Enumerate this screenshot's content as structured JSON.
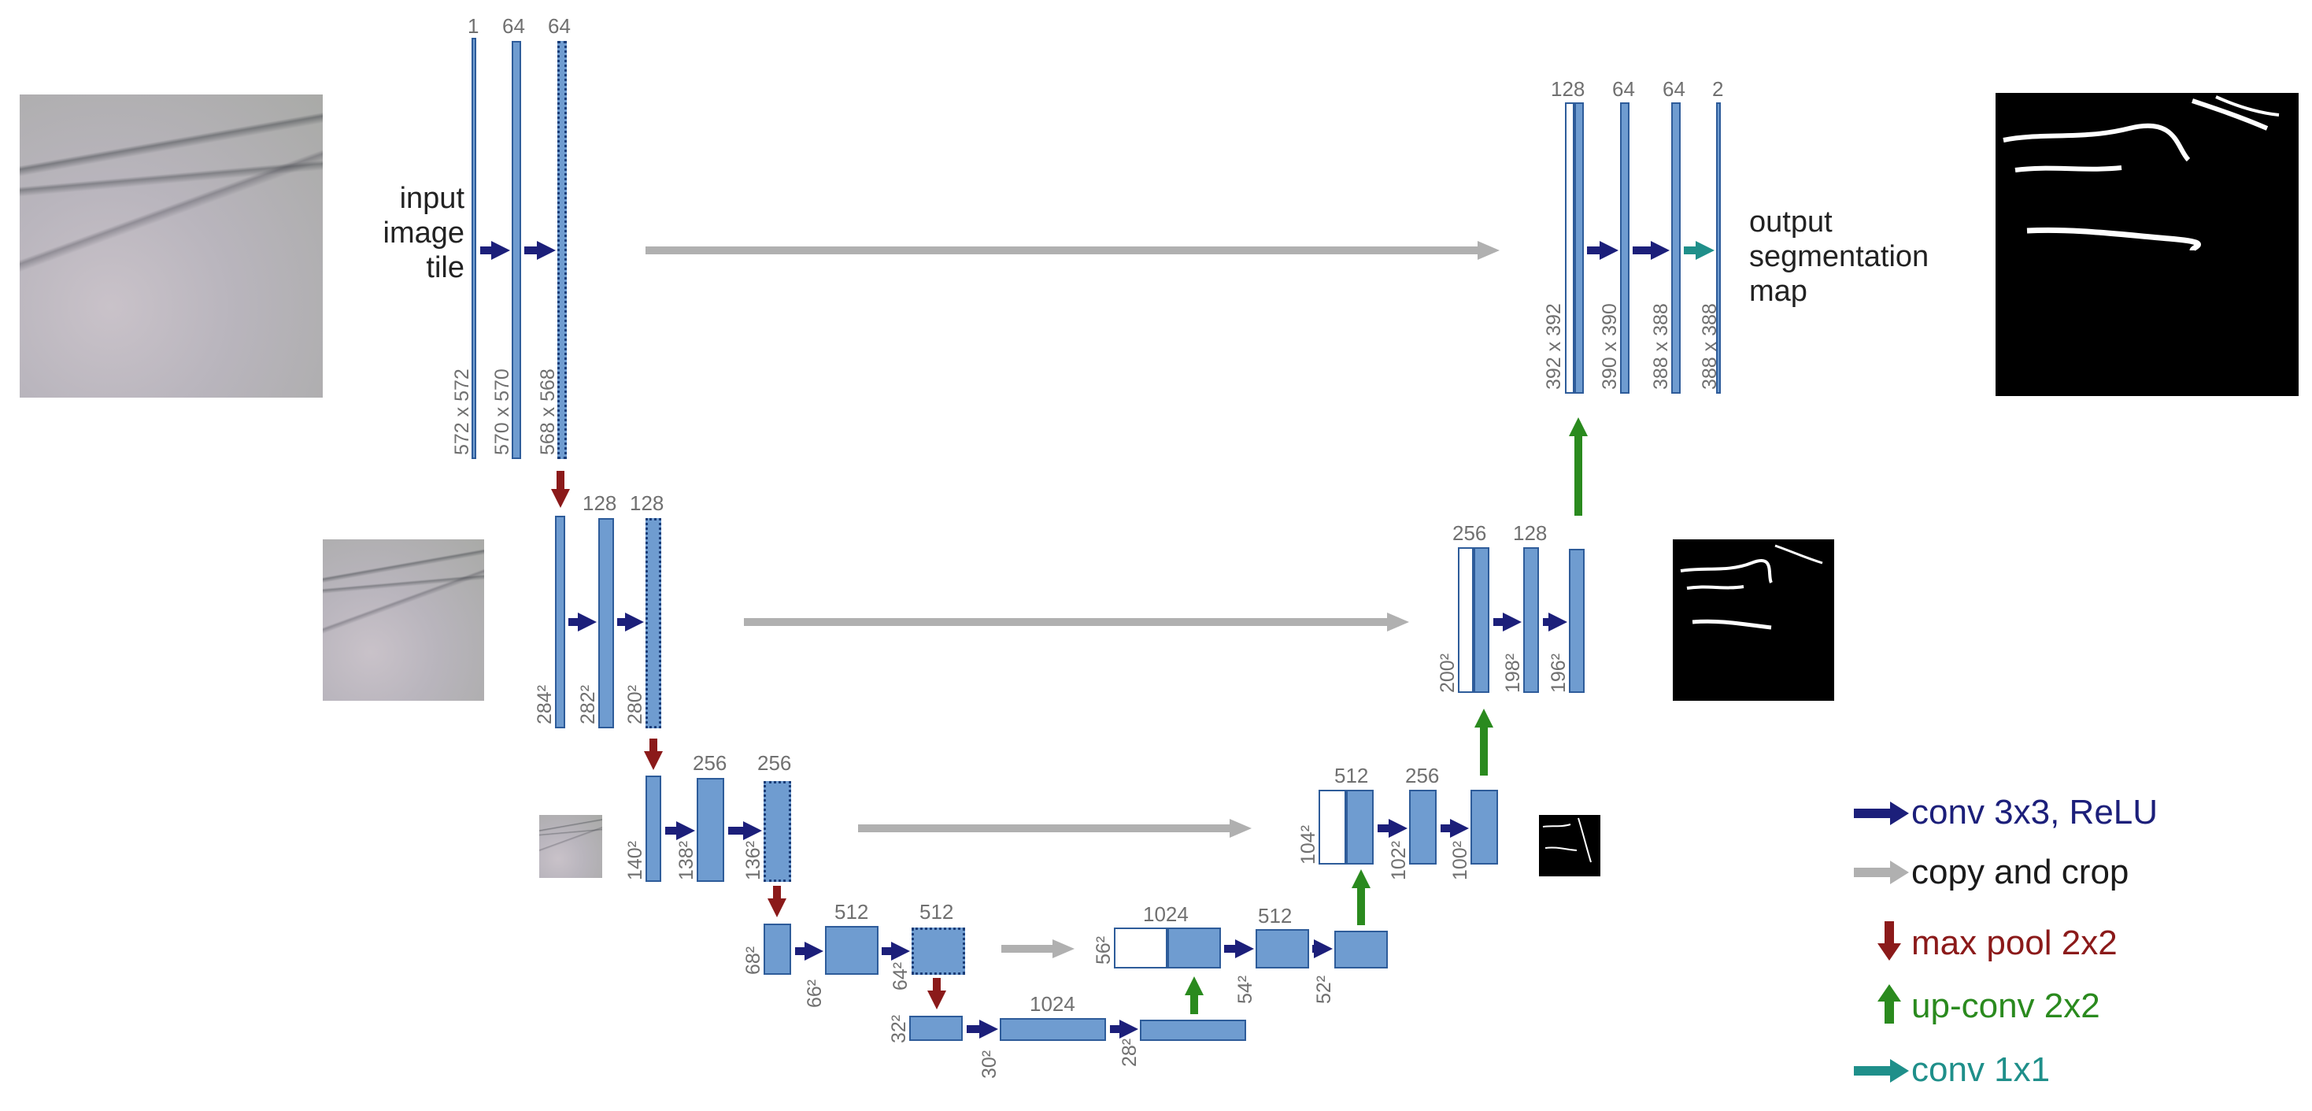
{
  "input_label": [
    "input",
    "image",
    "tile"
  ],
  "output_label": [
    "output",
    "segmentation",
    "map"
  ],
  "colors": {
    "conv": "#1c1f7a",
    "copy": "#b0b0b0",
    "pool": "#8b1a1a",
    "upconv": "#2a8a1e",
    "conv1x1": "#1f8f8a"
  },
  "channels": {
    "l1a": "1",
    "l1b": "64",
    "l1c": "64",
    "l2b": "128",
    "l2c": "128",
    "l3b": "256",
    "l3c": "256",
    "l4b": "512",
    "l4c": "512",
    "l5b": "1024",
    "r4a": "1024",
    "r4b": "512",
    "r3a": "512",
    "r3b": "256",
    "r2a": "256",
    "r2b": "128",
    "r1a": "128",
    "r1b": "64",
    "r1c": "64",
    "r1d": "2"
  },
  "dims": {
    "l1a": "572 x 572",
    "l1b": "570 x 570",
    "l1c": "568 x 568",
    "l2a": "284²",
    "l2b": "282²",
    "l2c": "280²",
    "l3a": "140²",
    "l3b": "138²",
    "l3c": "136²",
    "l4a": "68²",
    "l4b": "66²",
    "l4c": "64²",
    "l5a": "32²",
    "l5b": "30²",
    "l5c": "28²",
    "r4a": "56²",
    "r4b": "54²",
    "r4c": "52²",
    "r3a": "104²",
    "r3b": "102²",
    "r3c": "100²",
    "r2a": "200²",
    "r2b": "198²",
    "r2c": "196²",
    "r1a": "392 x 392",
    "r1b": "390 x 390",
    "r1c": "388 x 388",
    "r1d": "388 x 388"
  },
  "legend": {
    "conv": "conv 3x3, ReLU",
    "copy": "copy and crop",
    "pool": "max pool 2x2",
    "upconv": "up-conv 2x2",
    "conv1x1": "conv 1x1"
  },
  "icons": {
    "conv": "arrow-right-icon",
    "copy": "arrow-right-icon",
    "pool": "arrow-down-icon",
    "upconv": "arrow-up-icon",
    "conv1x1": "arrow-right-icon"
  }
}
